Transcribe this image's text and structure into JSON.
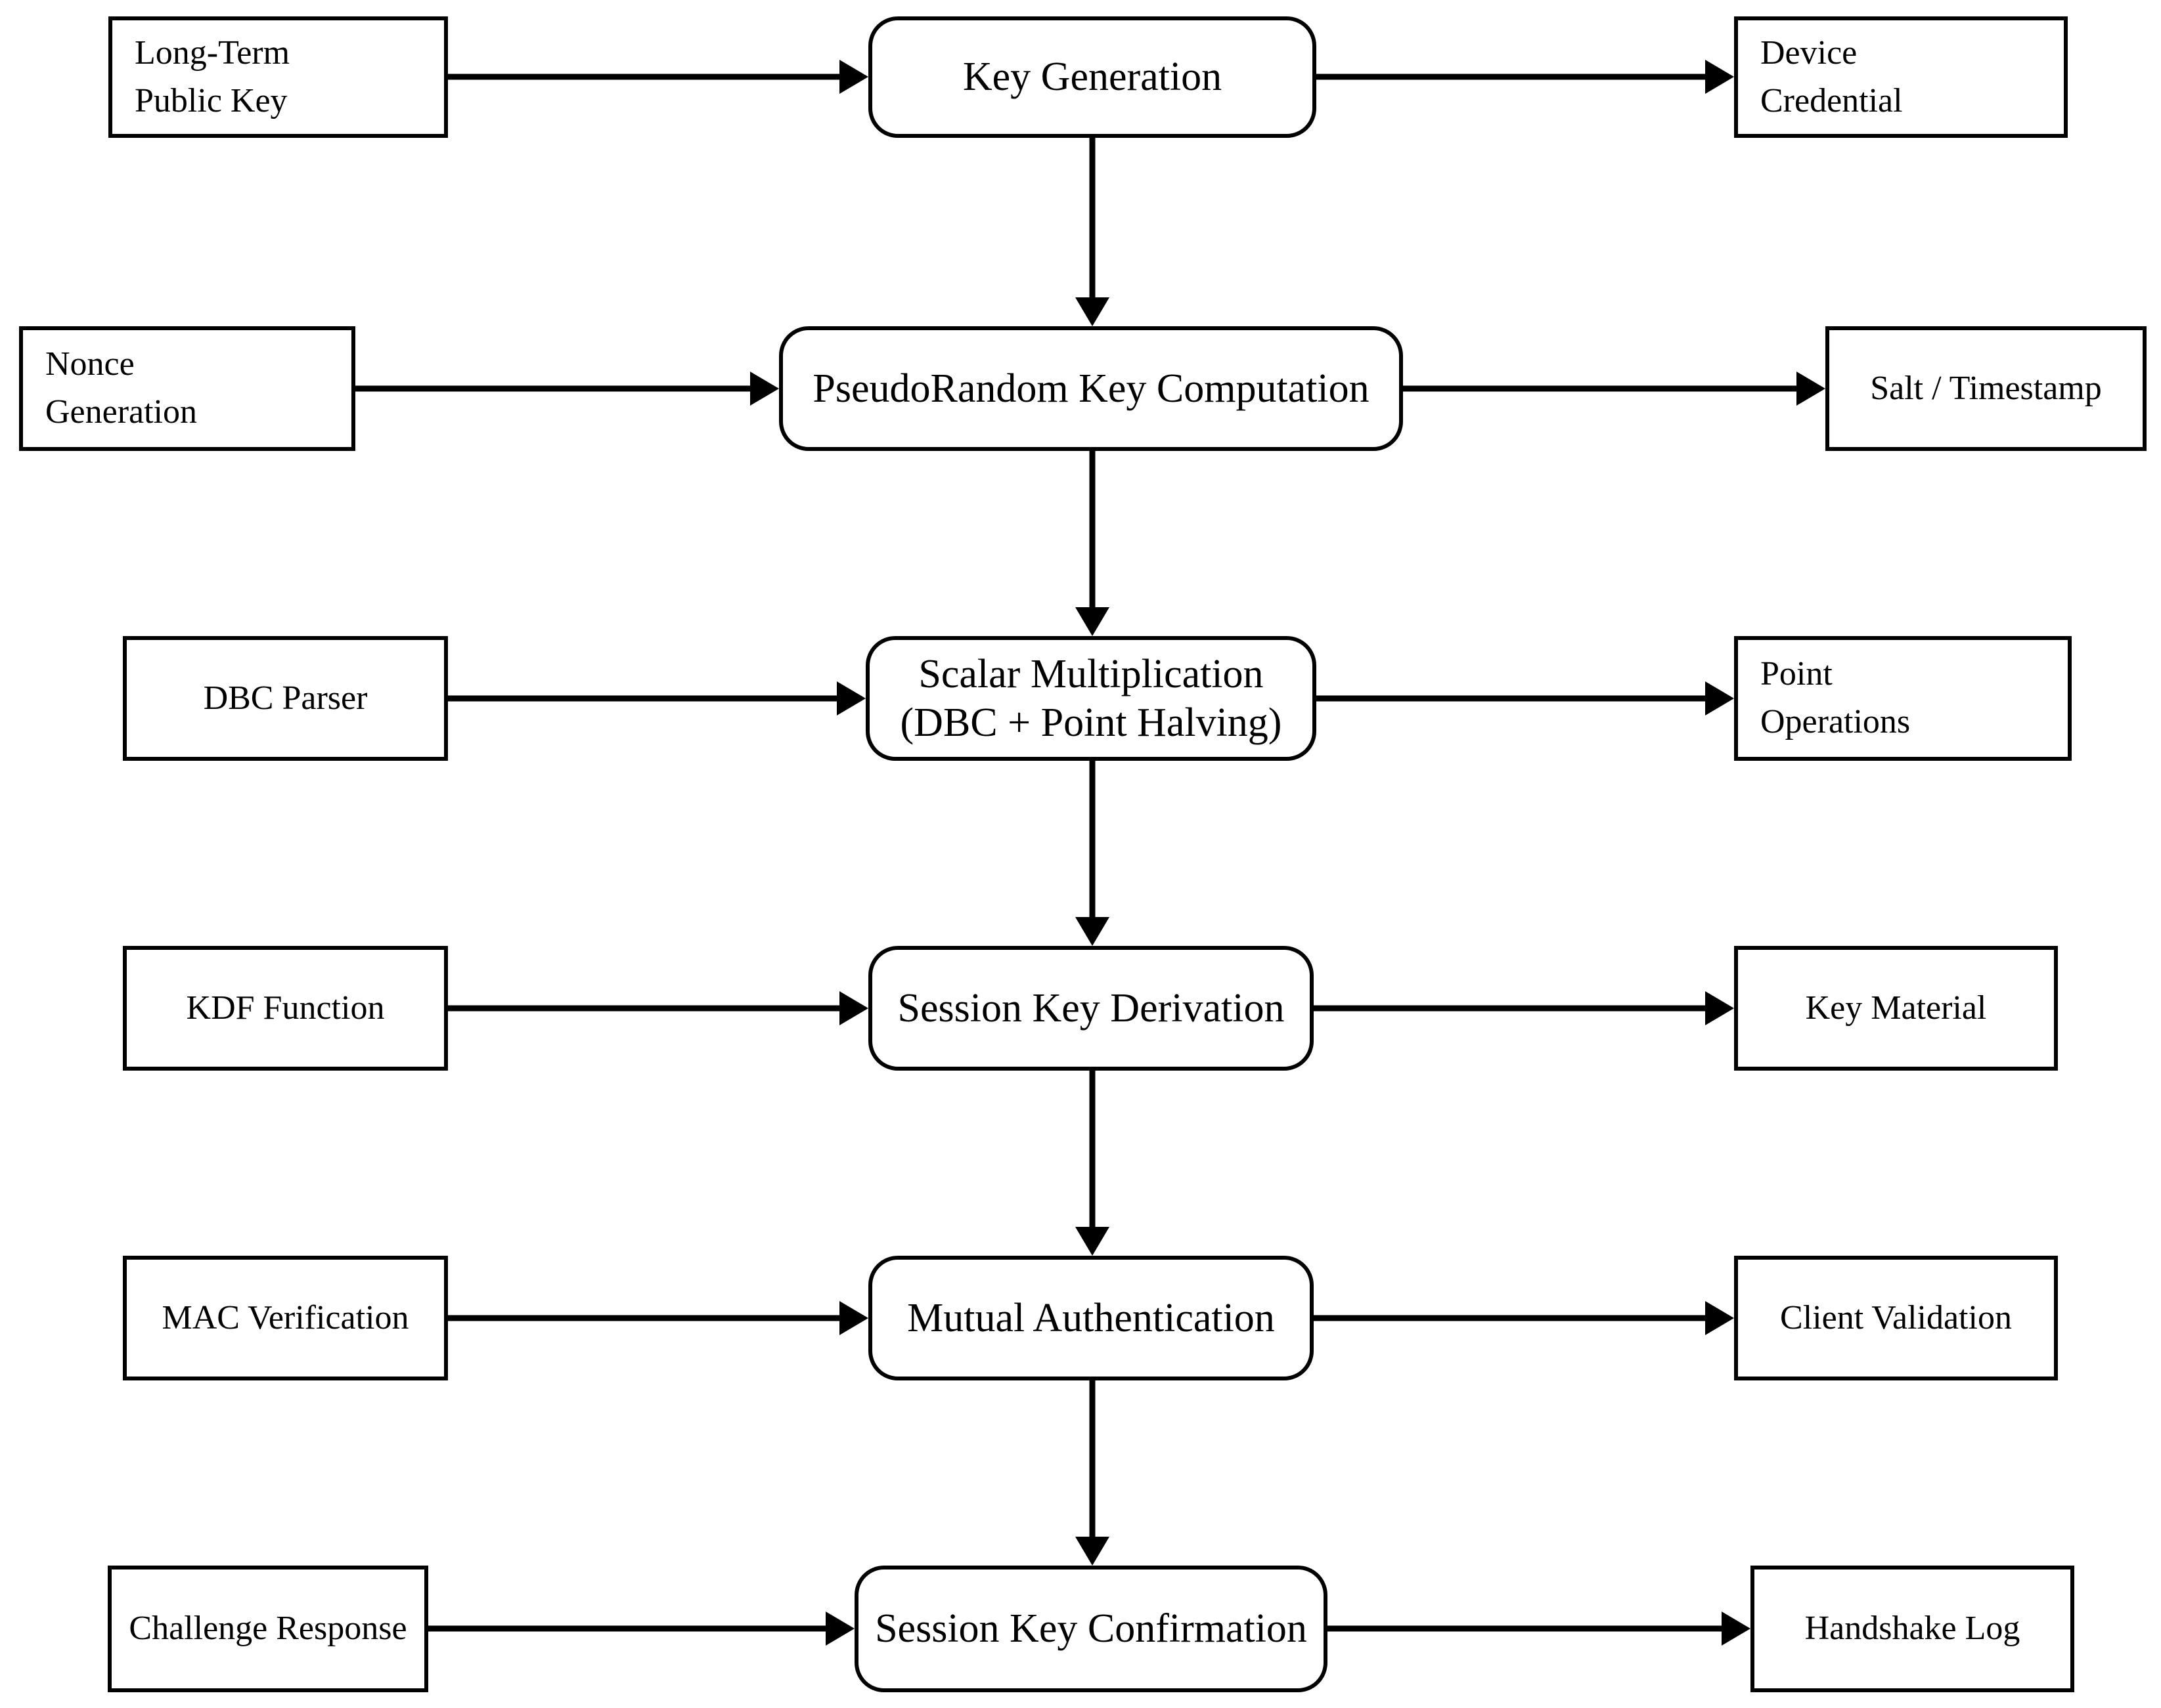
{
  "diagram": {
    "rows": [
      {
        "input": "Long-Term\nPublic Key",
        "process": "Key Generation",
        "output": "Device\nCredential"
      },
      {
        "input": "Nonce\nGeneration",
        "process": "PseudoRandom Key Computation",
        "output": "Salt / Timestamp"
      },
      {
        "input": "DBC Parser",
        "process": "Scalar Multiplication\n(DBC + Point Halving)",
        "output": "Point\nOperations"
      },
      {
        "input": "KDF Function",
        "process": "Session Key Derivation",
        "output": "Key Material"
      },
      {
        "input": "MAC Verification",
        "process": "Mutual Authentication",
        "output": "Client Validation"
      },
      {
        "input": "Challenge Response",
        "process": "Session Key Confirmation",
        "output": "Handshake Log"
      }
    ],
    "colors": {
      "line": "#000000",
      "border": "#000000",
      "background": "#ffffff",
      "text": "#000000"
    }
  }
}
